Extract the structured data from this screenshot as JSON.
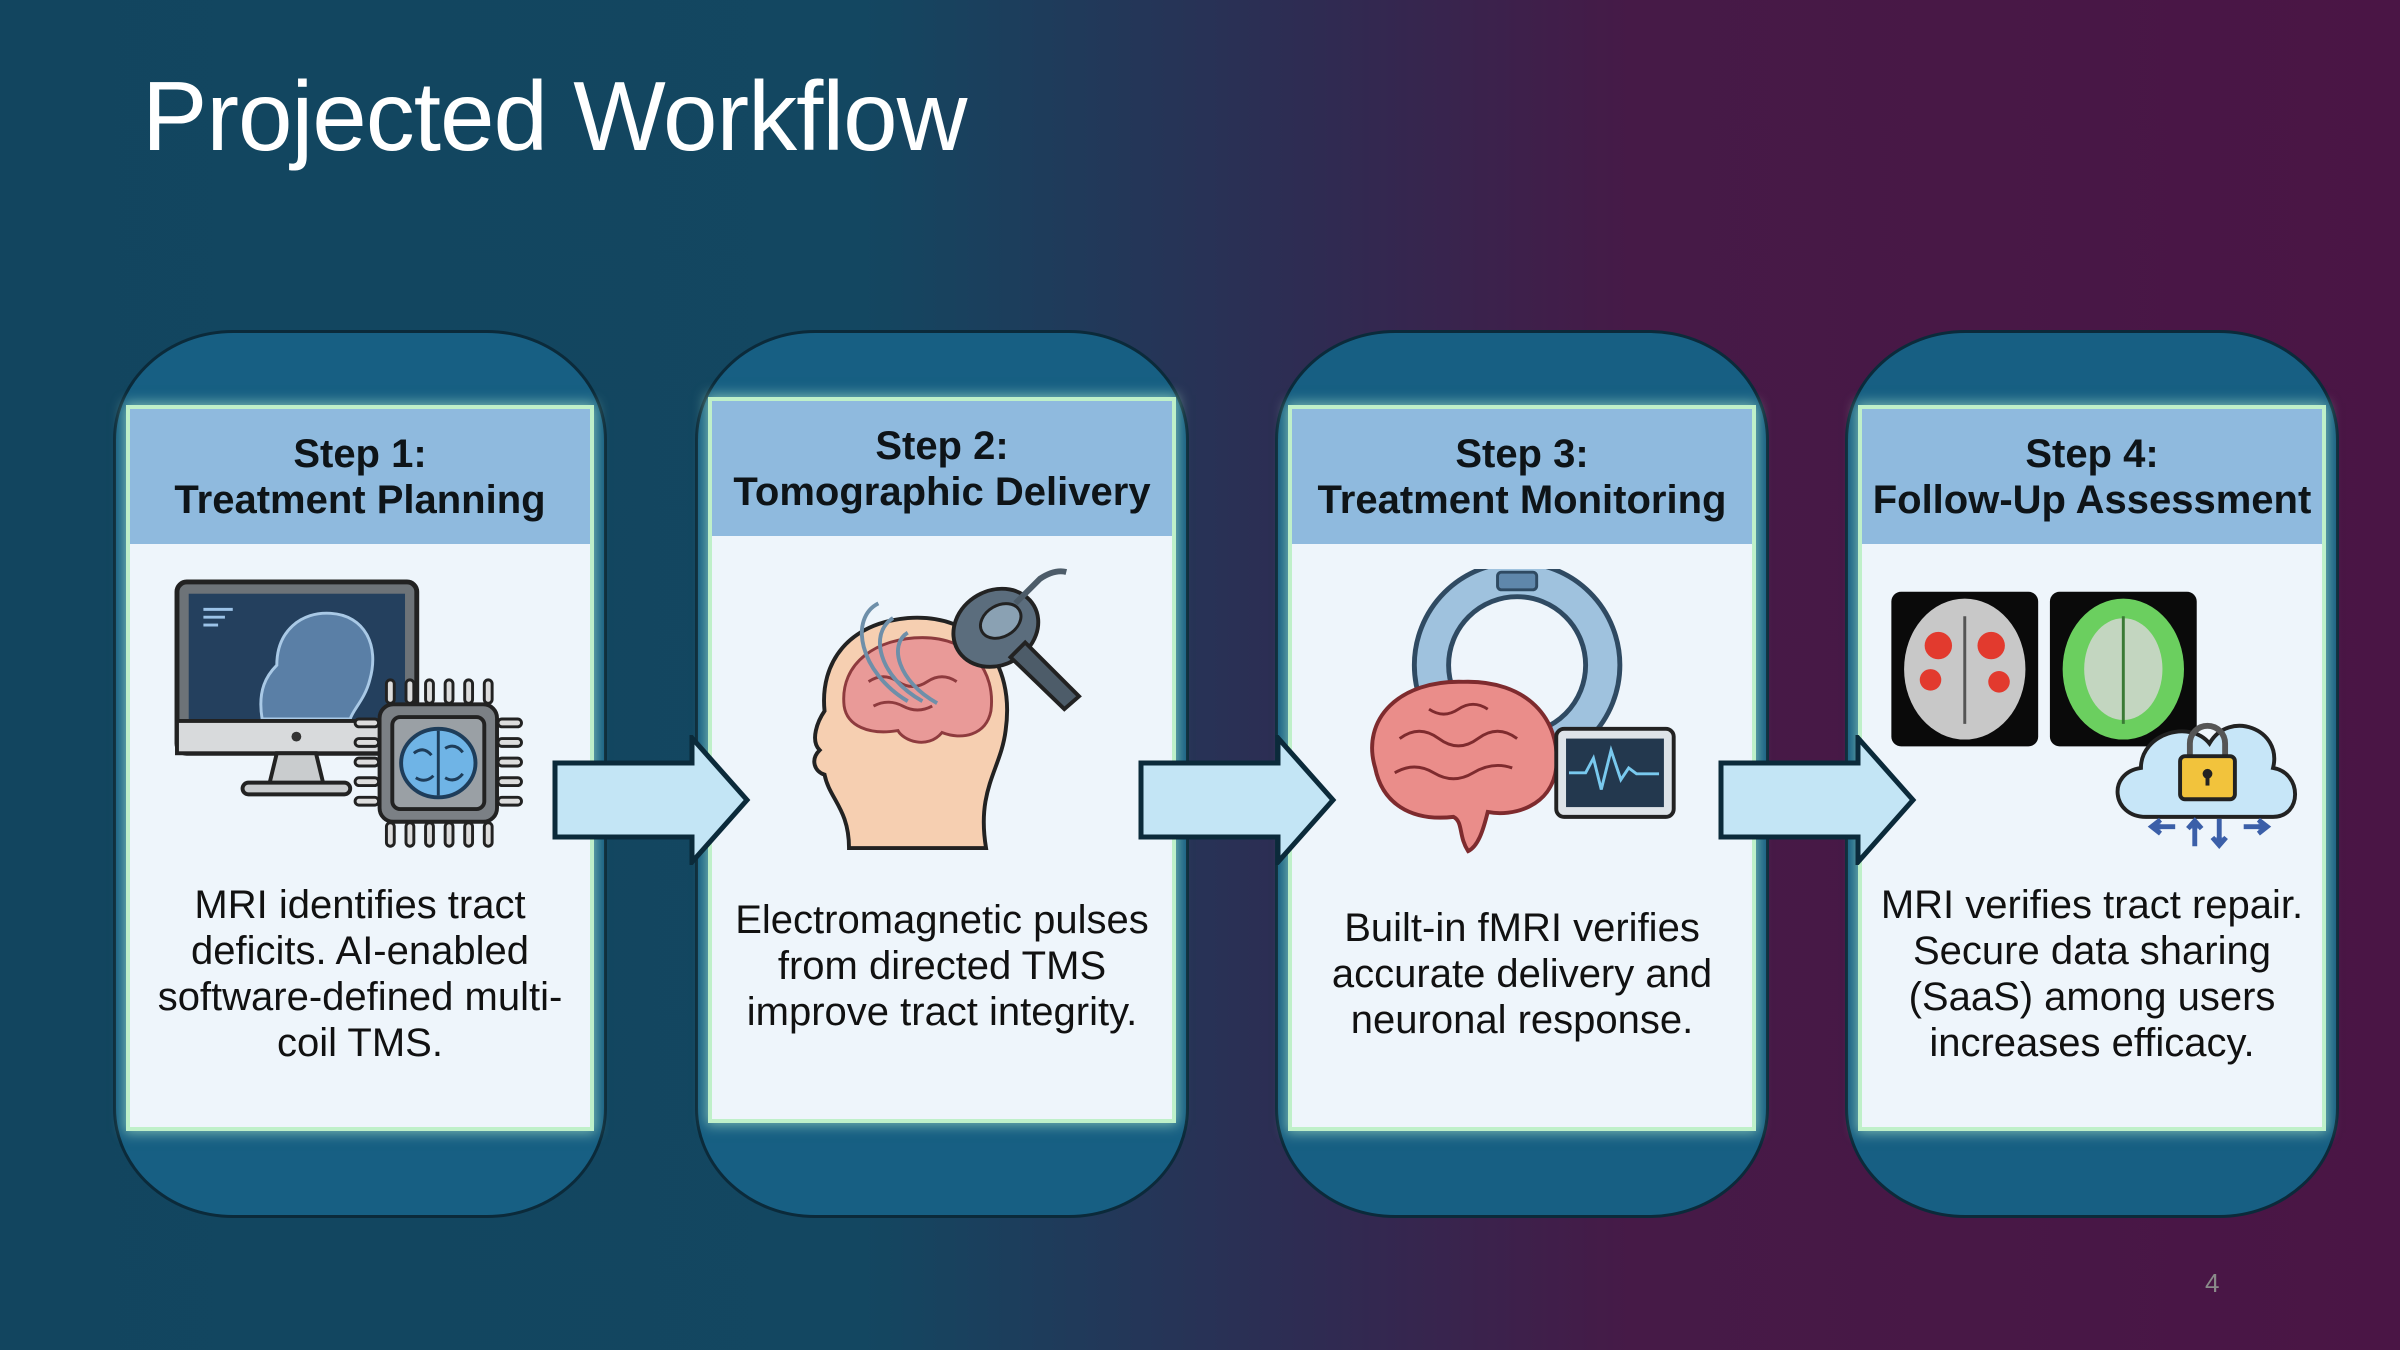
{
  "slide": {
    "title": "Projected Workflow",
    "page_number": "4"
  },
  "colors": {
    "background_left": "#134761",
    "background_right": "#4a1545",
    "card_fill": "#175f83",
    "panel_header": "#8fbade",
    "panel_body": "#eef5fb",
    "panel_glow": "#bff0c9",
    "arrow_fill": "#c3e5f5"
  },
  "steps": [
    {
      "step_label": "Step 1:",
      "title": "Treatment Planning",
      "illustration": "mri-monitor-with-ai-chip-icon",
      "description": "MRI identifies tract deficits. AI-enabled software-defined multi-coil TMS."
    },
    {
      "step_label": "Step 2:",
      "title": "Tomographic Delivery",
      "illustration": "head-with-tms-coil-icon",
      "description": "Electromagnetic pulses from directed TMS improve tract integrity."
    },
    {
      "step_label": "Step 3:",
      "title": "Treatment Monitoring",
      "illustration": "brain-scanner-with-monitor-icon",
      "description": "Built-in fMRI verifies accurate delivery and neuronal response."
    },
    {
      "step_label": "Step 4:",
      "title": "Follow-Up Assessment",
      "illustration": "brain-scans-and-secure-cloud-icon",
      "description": "MRI verifies tract repair. Secure data sharing (SaaS) among users increases efficacy."
    }
  ],
  "arrows": [
    "right-arrow",
    "right-arrow",
    "right-arrow"
  ]
}
